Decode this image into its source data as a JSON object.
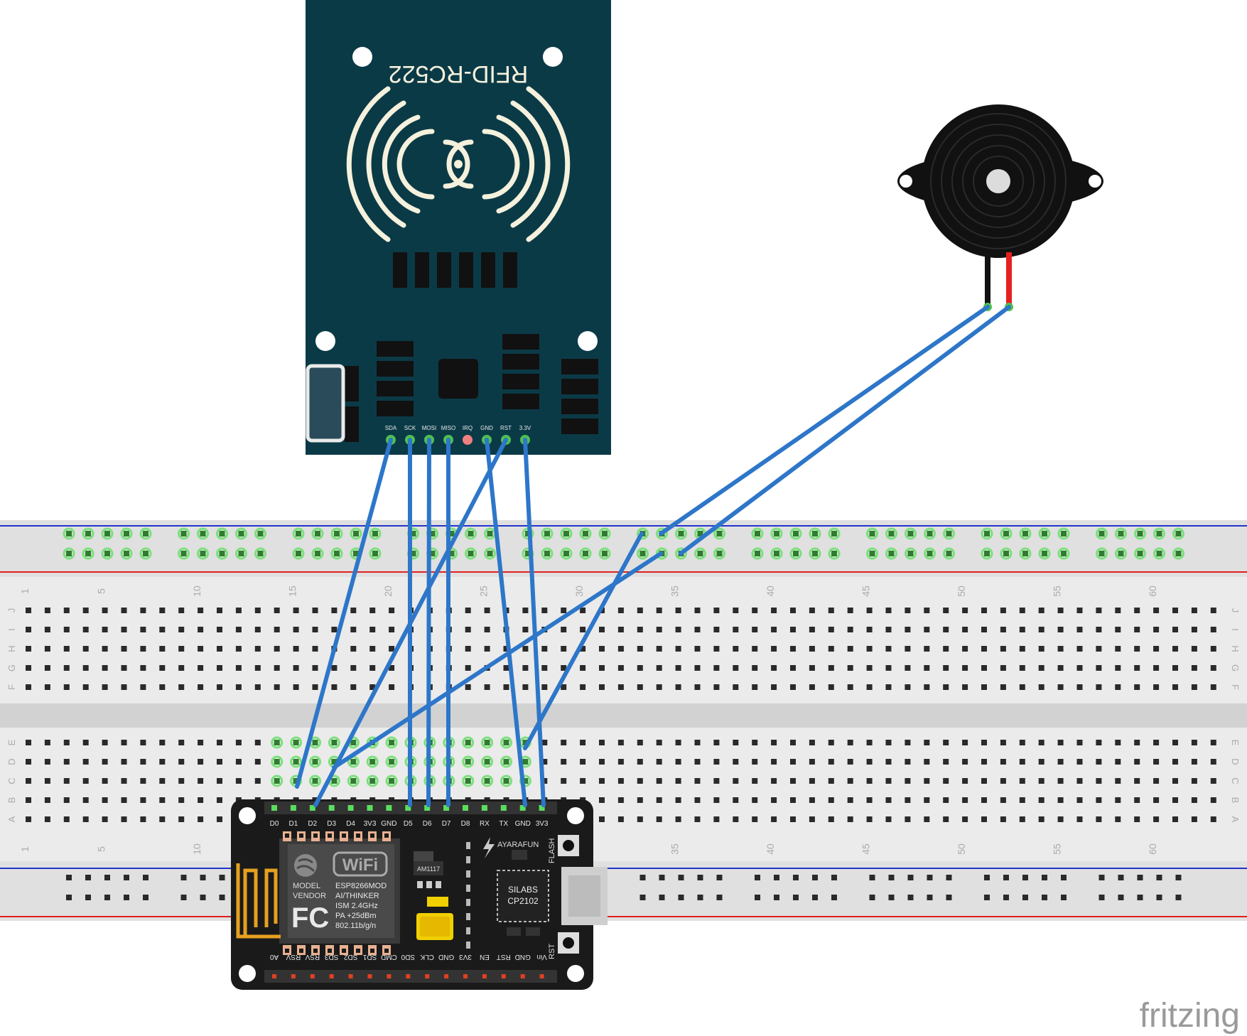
{
  "rfid": {
    "title": "RFID-RC522",
    "pins": [
      "SDA",
      "SCK",
      "MOSI",
      "MISO",
      "IRQ",
      "GND",
      "RST",
      "3.3V"
    ]
  },
  "breadboard": {
    "row_letters_top": [
      "J",
      "I",
      "H",
      "G",
      "F"
    ],
    "row_letters_bottom": [
      "E",
      "D",
      "C",
      "B",
      "A"
    ],
    "column_numbers": [
      "1",
      "5",
      "10",
      "15",
      "20",
      "25",
      "30",
      "35",
      "40",
      "45",
      "50",
      "55",
      "60"
    ]
  },
  "nodemcu": {
    "top_pins": [
      "D0",
      "D1",
      "D2",
      "D3",
      "D4",
      "3V3",
      "GND",
      "D5",
      "D6",
      "D7",
      "D8",
      "RX",
      "TX",
      "GND",
      "3V3"
    ],
    "bottom_pins": [
      "A0",
      "RSV",
      "RSV",
      "SD3",
      "SD2",
      "SD1",
      "CMD",
      "SD0",
      "CLK",
      "GND",
      "3V3",
      "EN",
      "RST",
      "GND",
      "Vin"
    ],
    "wifi_text": "WiFi",
    "module_text": [
      "ESP8266MOD",
      "AI/THINKER",
      "ISM 2.4GHz",
      "PA +25dBm",
      "802.11b/g/n"
    ],
    "model_text": [
      "MODEL",
      "VENDOR"
    ],
    "fc_text": "FC",
    "regulator": "AM1117",
    "brand": "AYARAFUN",
    "usb_chip": [
      "SILABS",
      "CP2102"
    ],
    "flash_label": "FLASH",
    "rst_label": "RST"
  },
  "watermark": "fritzing",
  "colors": {
    "rfid_board": "#0b3a47",
    "nodemcu_board": "#1a1a1a",
    "wire": "#2d76c9",
    "breadboard": "#e6e6e6",
    "rail_red": "#e02020",
    "rail_blue": "#2233cc",
    "hole_connected": "#5cdc5c"
  }
}
